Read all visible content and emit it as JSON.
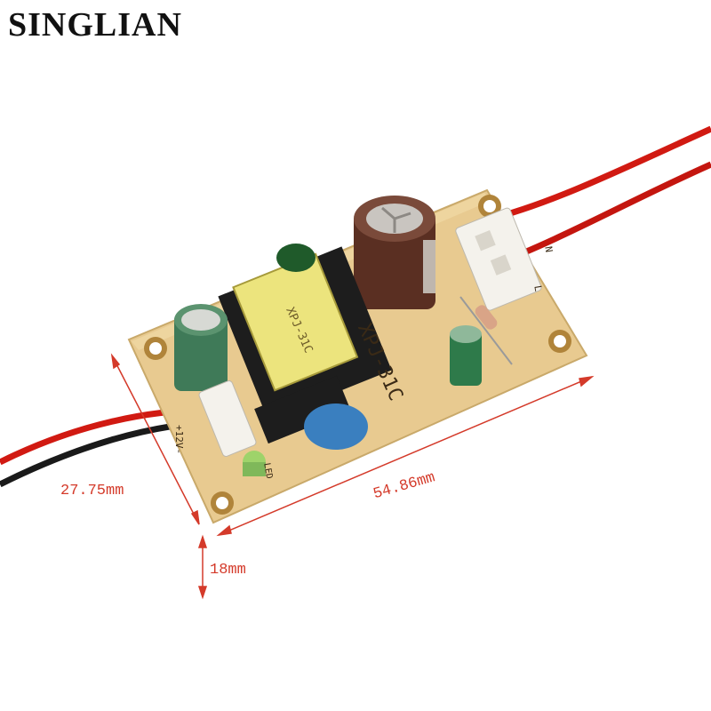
{
  "brand": {
    "name": "SINGLIAN"
  },
  "board": {
    "model_text": "XPJ-31C",
    "transformer_text": "XPJ-31C",
    "output_label": "+12V-",
    "led_label": "LED",
    "input_label_l": "L",
    "input_label_n": "N"
  },
  "dimensions": {
    "length": "54.86mm",
    "width": "27.75mm",
    "thickness": "18mm",
    "line_color": "#d43a2a"
  },
  "colors": {
    "pcb": "#e7c98f",
    "wire_red": "#d11a12",
    "wire_black": "#1a1a1a",
    "transformer": "#e9e27a"
  }
}
